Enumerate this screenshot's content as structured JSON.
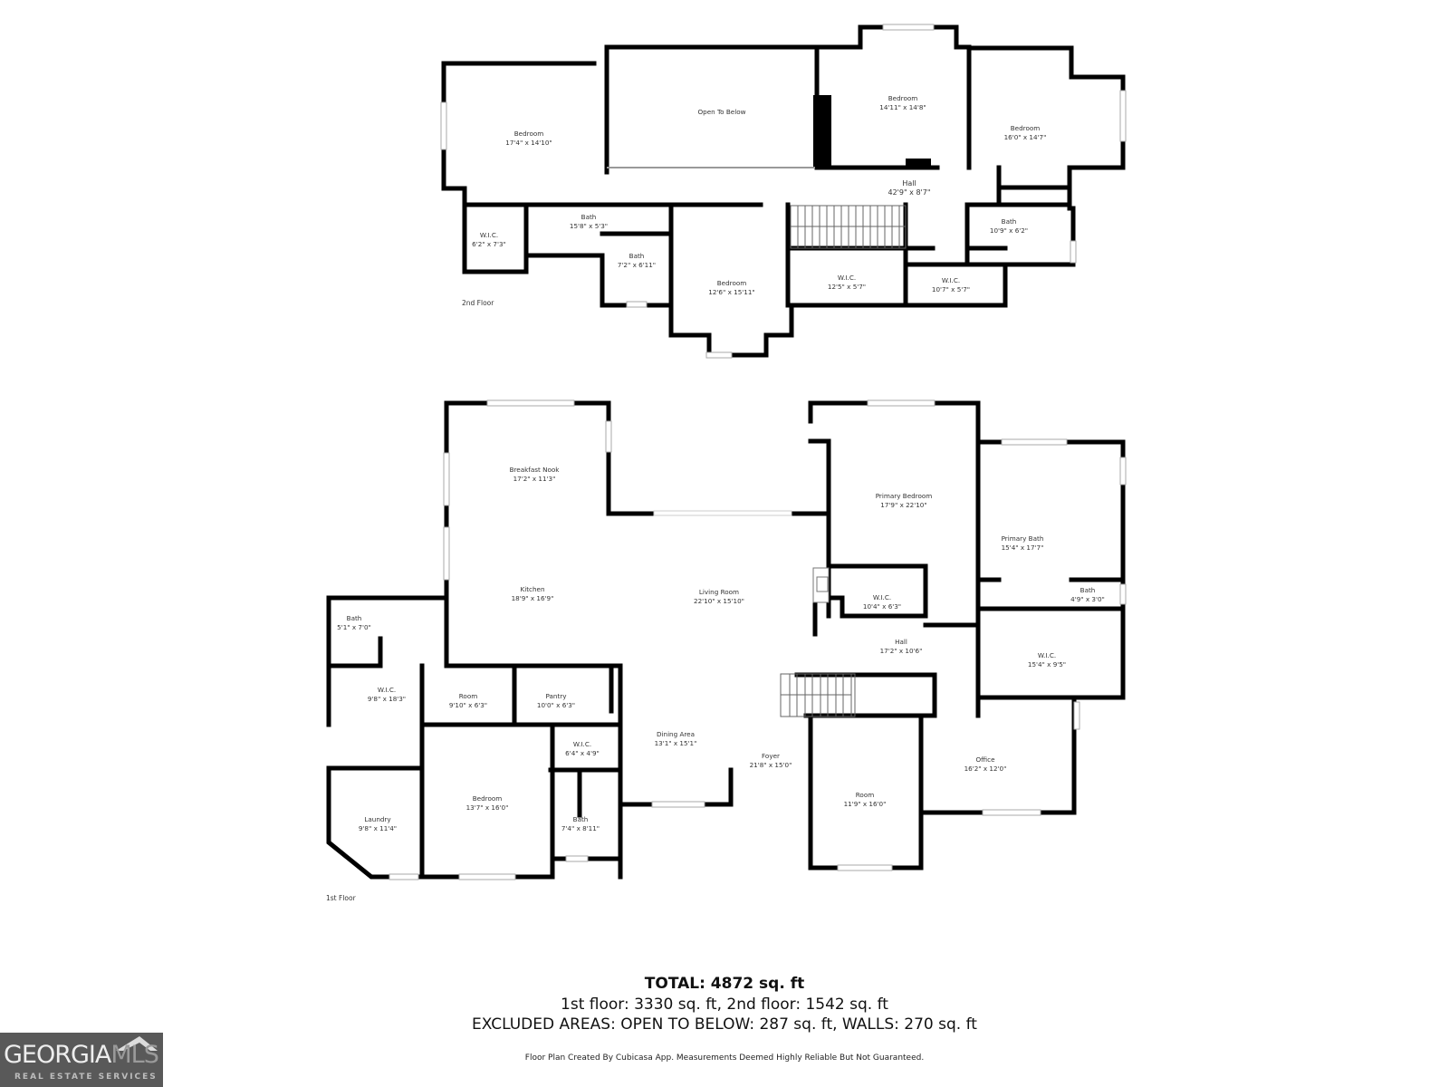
{
  "floors": {
    "second": {
      "label": "2nd Floor",
      "rooms": [
        {
          "name": "Bedroom",
          "dims": "17'4\" x 14'10\""
        },
        {
          "name": "Open To Below",
          "dims": ""
        },
        {
          "name": "Bedroom",
          "dims": "14'11\" x 14'8\""
        },
        {
          "name": "Bedroom",
          "dims": "16'0\" x 14'7\""
        },
        {
          "name": "Hall",
          "dims": "42'9\" x 8'7\""
        },
        {
          "name": "Bath",
          "dims": "15'8\" x 5'3\""
        },
        {
          "name": "W.I.C.",
          "dims": "6'2\" x 7'3\""
        },
        {
          "name": "Bath",
          "dims": "7'2\" x 6'11\""
        },
        {
          "name": "Bedroom",
          "dims": "12'6\" x 15'11\""
        },
        {
          "name": "W.I.C.",
          "dims": "12'5\" x 5'7\""
        },
        {
          "name": "W.I.C.",
          "dims": "10'7\" x 5'7\""
        },
        {
          "name": "Bath",
          "dims": "10'9\" x 6'2\""
        }
      ]
    },
    "first": {
      "label": "1st Floor",
      "rooms": [
        {
          "name": "Breakfast Nook",
          "dims": "17'2\" x 11'3\""
        },
        {
          "name": "Kitchen",
          "dims": "18'9\" x 16'9\""
        },
        {
          "name": "Living Room",
          "dims": "22'10\" x 15'10\""
        },
        {
          "name": "Primary Bedroom",
          "dims": "17'9\" x 22'10\""
        },
        {
          "name": "Primary Bath",
          "dims": "15'4\" x 17'7\""
        },
        {
          "name": "W.I.C.",
          "dims": "10'4\" x 6'3\""
        },
        {
          "name": "Bath",
          "dims": "4'9\" x 3'0\""
        },
        {
          "name": "Hall",
          "dims": "17'2\" x 10'6\""
        },
        {
          "name": "W.I.C.",
          "dims": "15'4\" x 9'5\""
        },
        {
          "name": "Bath",
          "dims": "5'1\" x 7'0\""
        },
        {
          "name": "W.I.C.",
          "dims": "9'8\" x 18'3\""
        },
        {
          "name": "Room",
          "dims": "9'10\" x 6'3\""
        },
        {
          "name": "Pantry",
          "dims": "10'0\" x 6'3\""
        },
        {
          "name": "W.I.C.",
          "dims": "6'4\" x 4'9\""
        },
        {
          "name": "Dining Area",
          "dims": "13'1\" x 15'1\""
        },
        {
          "name": "Foyer",
          "dims": "21'8\" x 15'0\""
        },
        {
          "name": "Office",
          "dims": "16'2\" x 12'0\""
        },
        {
          "name": "Laundry",
          "dims": "9'8\" x 11'4\""
        },
        {
          "name": "Bedroom",
          "dims": "13'7\" x 16'0\""
        },
        {
          "name": "Bath",
          "dims": "7'4\" x 8'11\""
        },
        {
          "name": "Room",
          "dims": "11'9\" x 16'0\""
        }
      ]
    }
  },
  "summary": {
    "total": "TOTAL: 4872 sq. ft",
    "floors_line": "1st floor: 3330 sq. ft, 2nd floor: 1542 sq. ft",
    "excluded_line": "EXCLUDED AREAS: OPEN TO BELOW: 287 sq. ft, WALLS: 270 sq. ft",
    "disclaimer": "Floor Plan Created By Cubicasa App. Measurements Deemed Highly Reliable But Not Guaranteed."
  },
  "logo": {
    "word_main": "GEORGIA",
    "word_accent": "MLS",
    "subtitle": "REAL ESTATE SERVICES"
  },
  "colors": {
    "wall": "#000000",
    "window": "#bbbbbb",
    "logo_bg": "#595959"
  }
}
